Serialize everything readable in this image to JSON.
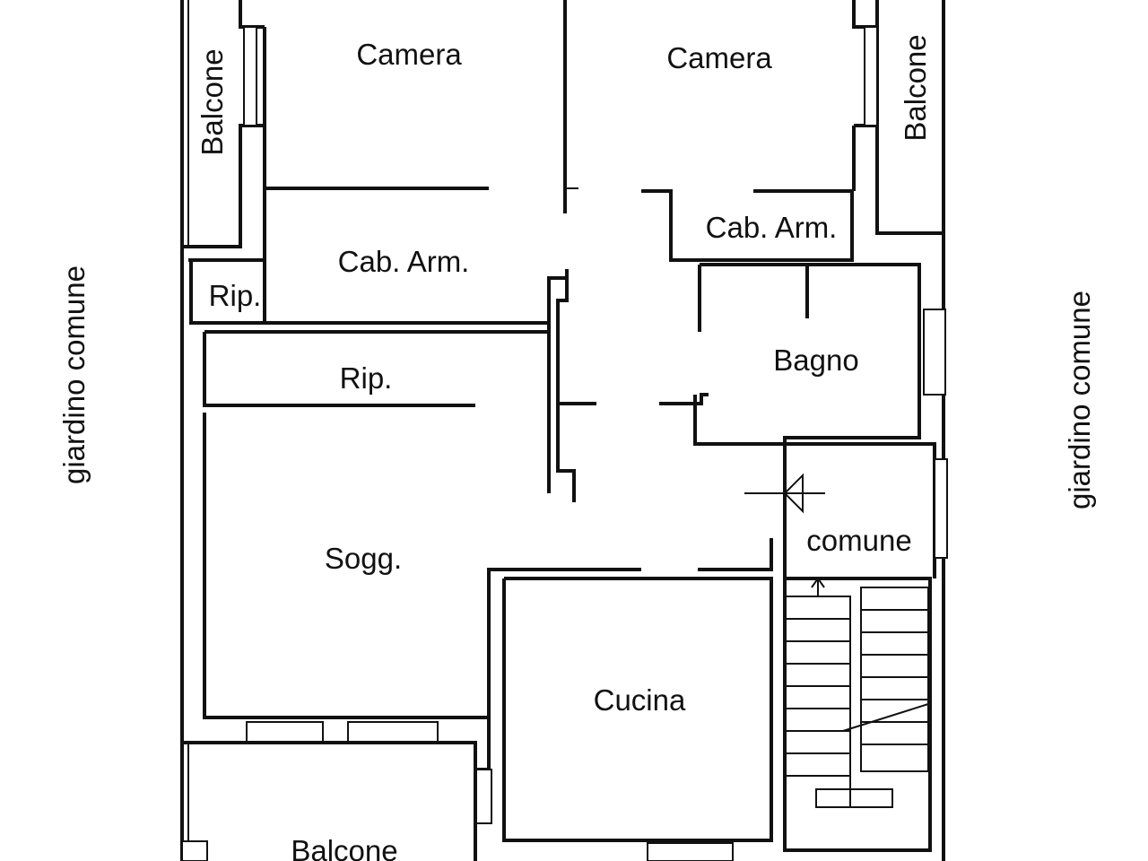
{
  "plan": {
    "rooms": {
      "camera_left": "Camera",
      "camera_right": "Camera",
      "balcone_left": "Balcone",
      "balcone_right": "Balcone",
      "cab_arm_left": "Cab. Arm.",
      "cab_arm_right": "Cab. Arm.",
      "rip_small": "Rip.",
      "rip_long": "Rip.",
      "bagno": "Bagno",
      "sogg": "Sogg.",
      "cucina": "Cucina",
      "comune": "comune",
      "balcone_bottom": "Balcone"
    },
    "outside": {
      "left": "giardino comune",
      "right": "giardino comune"
    }
  }
}
